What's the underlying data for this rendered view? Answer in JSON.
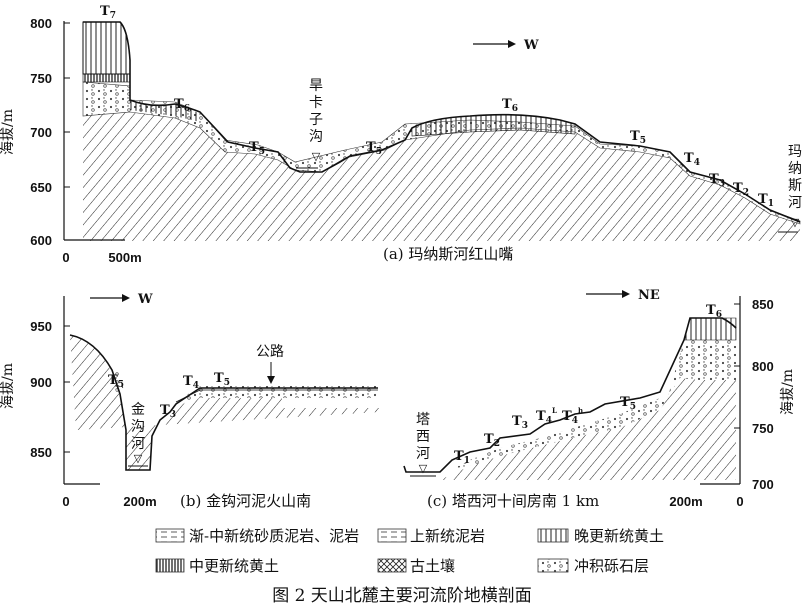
{
  "panel_a": {
    "y_label": "海拔/m",
    "y_ticks": [
      "800",
      "750",
      "700",
      "650",
      "600"
    ],
    "scale_zero": "0",
    "scale_len": "500m",
    "direction": "W",
    "river_label": [
      "旱",
      "卡",
      "子",
      "沟"
    ],
    "river_label_right": [
      "玛",
      "纳",
      "斯",
      "河"
    ],
    "caption": "(a) 玛纳斯河红山嘴",
    "terraces": [
      {
        "t": "T",
        "s": "7"
      },
      {
        "t": "T",
        "s": "6"
      },
      {
        "t": "T",
        "s": "5"
      },
      {
        "t": "T",
        "s": "5"
      },
      {
        "t": "T",
        "s": "6"
      },
      {
        "t": "T",
        "s": "5"
      },
      {
        "t": "T",
        "s": "4"
      },
      {
        "t": "T",
        "s": "3"
      },
      {
        "t": "T",
        "s": "2"
      },
      {
        "t": "T",
        "s": "1"
      }
    ]
  },
  "panel_b": {
    "y_label": "海拔/m",
    "y_ticks": [
      "950",
      "900",
      "850"
    ],
    "scale_zero": "0",
    "scale_len": "200m",
    "direction": "W",
    "road_label": "公路",
    "river_label": [
      "金",
      "沟",
      "河"
    ],
    "caption": "(b) 金钩河泥火山南",
    "terraces": [
      {
        "t": "T",
        "s": "5"
      },
      {
        "t": "T",
        "s": "3"
      },
      {
        "t": "T",
        "s": "4"
      },
      {
        "t": "T",
        "s": "5"
      }
    ]
  },
  "panel_c": {
    "y_label": "海拔/m",
    "y_ticks": [
      "850",
      "800",
      "750",
      "700"
    ],
    "scale_zero": "0",
    "scale_len": "200m",
    "direction": "NE",
    "river_label": [
      "塔",
      "西",
      "河"
    ],
    "caption": "(c) 塔西河十间房南 1 km",
    "terraces": [
      {
        "t": "T",
        "s": "1"
      },
      {
        "t": "T",
        "s": "2"
      },
      {
        "t": "T",
        "s": "3"
      },
      {
        "t": "T",
        "s": "4",
        "sup": "L"
      },
      {
        "t": "T",
        "s": "4",
        "sup": "h"
      },
      {
        "t": "T",
        "s": "5"
      },
      {
        "t": "T",
        "s": "6"
      }
    ]
  },
  "legend": [
    {
      "label": "渐-中新统砂质泥岩、泥岩",
      "pattern": "sandy-mudstone"
    },
    {
      "label": "上新统泥岩",
      "pattern": "mudstone"
    },
    {
      "label": "晚更新统黄土",
      "pattern": "late-loess"
    },
    {
      "label": "中更新统黄土",
      "pattern": "middle-loess"
    },
    {
      "label": "古土壤",
      "pattern": "paleosol"
    },
    {
      "label": "冲积砾石层",
      "pattern": "gravel"
    }
  ],
  "figure_title": "图 2 天山北麓主要河流阶地横剖面"
}
